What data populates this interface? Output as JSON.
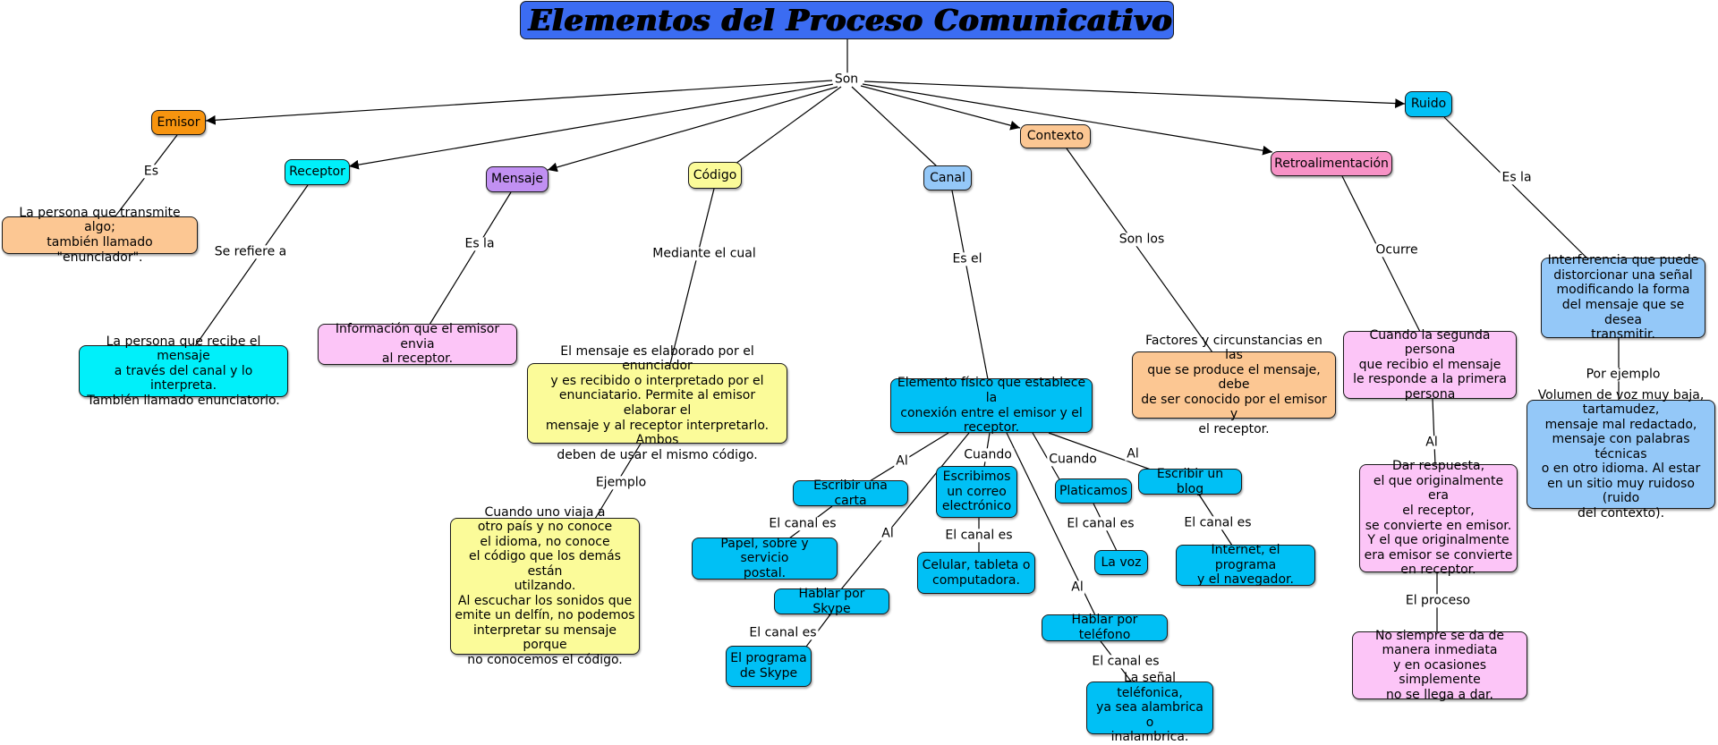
{
  "title": "Elementos del Proceso Comunicativo",
  "hub_label": "Son",
  "colors": {
    "title": "#3b6cf2",
    "emisor": "#f7940f",
    "peach": "#fcc793",
    "receptor": "#00f0fa",
    "mensaje": "#c190f2",
    "pink": "#fcc5f7",
    "codigo": "#fbfb99",
    "canal": "#94c8f8",
    "blue": "#00c0f5",
    "retro": "#f792c6"
  },
  "nodes": {
    "emisor": "Emisor",
    "emisor_def": "La persona que transmite algo;\ntambién llamado \"enunciador\".",
    "receptor": "Receptor",
    "receptor_def": "La persona que recibe el mensaje\na través del canal y lo interpreta.\nTambién llamado enunciatorio.",
    "mensaje": "Mensaje",
    "mensaje_def": "Información que el emisor envia\nal receptor.",
    "codigo": "Código",
    "codigo_def": "El mensaje es elaborado por el enunciador\ny es recibido o interpretado por el\nenunciatario. Permite al emisor elaborar el\nmensaje y al receptor interpretarlo. Ambos\ndeben de usar el mismo código.",
    "codigo_ej": "Cuando uno viaja a\notro país y no conoce\nel idioma, no conoce\nel código que los demás están\nutilzando.\nAl escuchar los sonidos que\nemite un delfín, no podemos\ninterpretar su mensaje porque\nno conocemos el código.",
    "canal": "Canal",
    "canal_def": "Elemento físico que establece la\nconexión entre el emisor y el\nreceptor.",
    "carta": "Escribir una carta",
    "carta_canal": "Papel, sobre y servicio\npostal.",
    "correo": "Escribimos\nun correo\nelectrónico",
    "correo_canal": "Celular, tableta o\ncomputadora.",
    "skype": "Hablar por Skype",
    "skype_canal": "El programa\nde Skype",
    "platicamos": "Platicamos",
    "voz": "La voz",
    "blog": "Escribir un blog",
    "blog_canal": "Internet, el programa\ny el navegador.",
    "telefono": "Hablar por teléfono",
    "telefono_canal": "La señal teléfonica,\nya sea alambrica o\ninalambrica.",
    "contexto": "Contexto",
    "contexto_def": "Factores y circunstancias en las\nque se produce el mensaje, debe\nde ser conocido por el emisor y\nel receptor.",
    "retro": "Retroalimentación",
    "retro_def": "Cuando la segunda persona\nque recibio el mensaje\nle responde a la primera\npersona",
    "retro_al": "Dar respuesta,\nel que originalmente era\nel receptor,\nse convierte en emisor.\nY el que originalmente\nera emisor se convierte\nen receptor.",
    "retro_proceso": "No siempre se da de\nmanera inmediata\ny en ocasiones simplemente\nno se llega a dar.",
    "ruido": "Ruido",
    "ruido_def": "Interferencia que puede\ndistorcionar una señal\nmodificando la forma\ndel mensaje que se desea\ntransmitir.",
    "ruido_ej": "Volumen de voz muy baja,\ntartamudez,\nmensaje mal redactado,\nmensaje con palabras técnicas\no en otro idioma. Al estar\nen un sitio muy ruidoso (ruido\ndel contexto)."
  },
  "links": {
    "es": "Es",
    "se_refiere": "Se refiere a",
    "es_la_m": "Es la",
    "mediante": "Mediante el cual",
    "ejemplo": "Ejemplo",
    "es_el": "Es el",
    "son_los": "Son los",
    "ocurre": "Ocurre",
    "es_la_r": "Es la",
    "por_ejemplo": "Por ejemplo",
    "al_retro": "Al",
    "el_proceso": "El proceso",
    "al_carta": "Al",
    "cuando_correo": "Cuando",
    "al_skype": "Al",
    "cuando_plat": "Cuando",
    "al_blog": "Al",
    "al_tel": "Al",
    "canal_es_carta": "El canal es",
    "canal_es_correo": "El canal es",
    "canal_es_skype": "El canal es",
    "canal_es_plat": "El canal es",
    "canal_es_blog": "El canal es",
    "canal_es_tel": "El canal es"
  }
}
